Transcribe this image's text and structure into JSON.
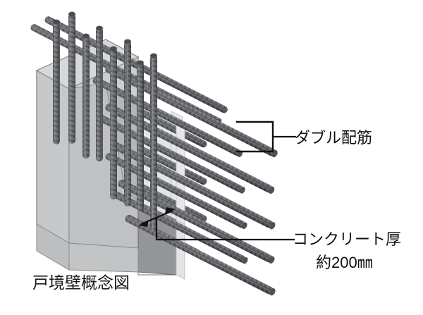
{
  "figure": {
    "caption": "戸境壁概念図",
    "title": "戸境壁概念図",
    "background_color": "#ffffff"
  },
  "annotations": {
    "double_rebar": {
      "label": "ダブル配筋",
      "leader_type": "bracket-with-line"
    },
    "concrete_thickness": {
      "label_line1": "コンクリート厚",
      "label_line2": "約200㎜",
      "value": "約200㎜",
      "leader_type": "elbow-line",
      "dimension_arrow": "double-headed"
    }
  },
  "colors": {
    "wall_front": "#cccecf",
    "wall_chamfer": "#b7b9bb",
    "wall_top": "#d4d6d7",
    "wall_side_dark": "#939598",
    "wall_inner_light": "#e3e4e5",
    "wall_inner_mid": "#d9dadb",
    "rebar": "#6f7173",
    "rebar_dark": "#5a5c5e",
    "rebar_cap": "#4a4c4e",
    "outline": "#8a8c8e",
    "ink": "#111111"
  },
  "diagram": {
    "type": "isometric-cutaway",
    "subject": "reinforced concrete party wall",
    "rebar_counts": {
      "vertical_bars": 8,
      "horizontal_bars_front_layer": 5,
      "horizontal_bars_back_layer": 5
    }
  }
}
